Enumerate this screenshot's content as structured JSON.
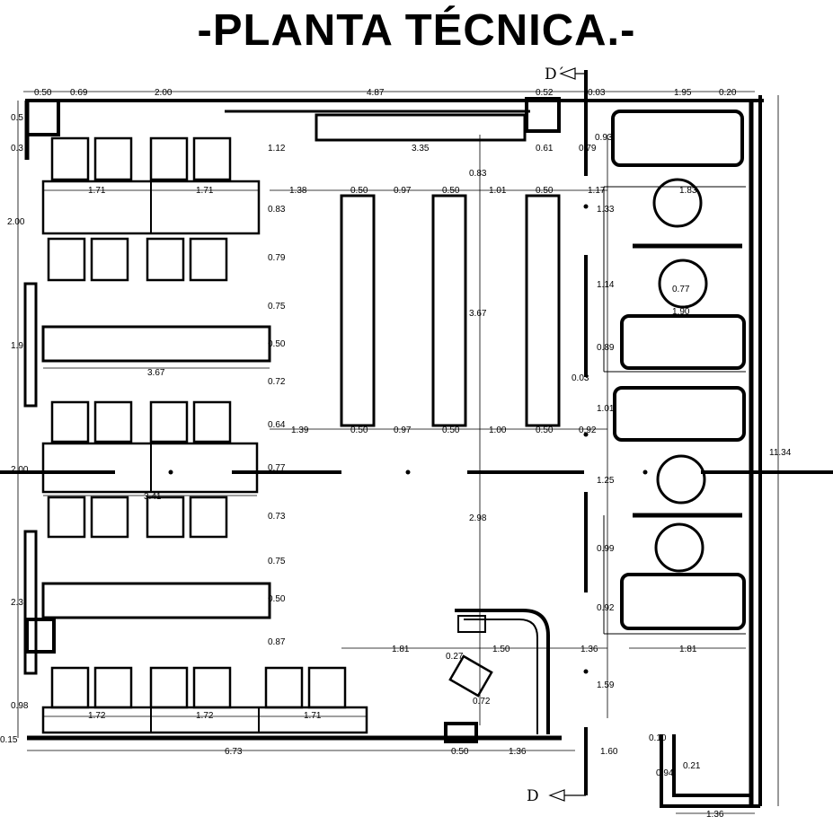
{
  "title": "-PLANTA TÉCNICA.-",
  "section_top": "D´",
  "section_bottom": "D",
  "dims": [
    "0.50",
    "0.69",
    "2.00",
    "4.87",
    "0.52",
    "0.03",
    "1.95",
    "0.20",
    "0.5",
    "0.3",
    "2.00",
    "1.9",
    "2.00",
    "2.3",
    "0.98",
    "0.15",
    "1.12",
    "3.35",
    "0.61",
    "0.79",
    "0.93",
    "0.83",
    "1.71",
    "1.71",
    "1.38",
    "0.50",
    "0.97",
    "0.50",
    "1.01",
    "0.50",
    "1.17",
    "1.83",
    "0.83",
    "1.33",
    "0.79",
    "1.14",
    "0.77",
    "0.75",
    "3.67",
    "1.90",
    "0.50",
    "0.89",
    "3.67",
    "0.72",
    "0.03",
    "0.64",
    "1.39",
    "0.50",
    "0.97",
    "0.50",
    "1.00",
    "0.50",
    "0.92",
    "1.01",
    "0.77",
    "3.41",
    "1.25",
    "0.73",
    "2.98",
    "0.99",
    "0.75",
    "0.50",
    "0.92",
    "0.87",
    "1.81",
    "1.50",
    "1.36",
    "1.81",
    "0.27",
    "0.72",
    "1.59",
    "1.72",
    "1.72",
    "1.71",
    "6.73",
    "0.50",
    "1.36",
    "1.60",
    "0.10",
    "0.21",
    "0.94",
    "1.36",
    "11.34"
  ]
}
